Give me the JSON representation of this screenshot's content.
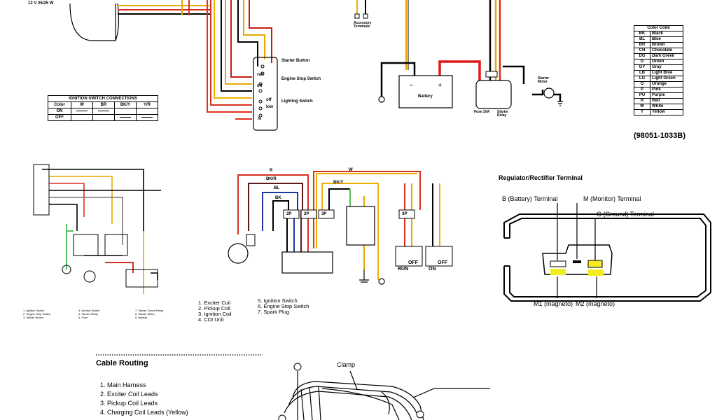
{
  "headlight": {
    "rating": "12 V 25/25 W"
  },
  "color_code": {
    "title": "Color Code",
    "rows": [
      {
        "code": "BK",
        "color": "Black"
      },
      {
        "code": "BL",
        "color": "Blue"
      },
      {
        "code": "BR",
        "color": "Brown"
      },
      {
        "code": "CH",
        "color": "Chocolate"
      },
      {
        "code": "DG",
        "color": "Dark Green"
      },
      {
        "code": "G",
        "color": "Green"
      },
      {
        "code": "GY",
        "color": "Gray"
      },
      {
        "code": "LB",
        "color": "Light Blue"
      },
      {
        "code": "LG",
        "color": "Light Green"
      },
      {
        "code": "O",
        "color": "Orange"
      },
      {
        "code": "P",
        "color": "Pink"
      },
      {
        "code": "PU",
        "color": "Purple"
      },
      {
        "code": "R",
        "color": "Red"
      },
      {
        "code": "W",
        "color": "White"
      },
      {
        "code": "Y",
        "color": "Yellow"
      }
    ],
    "part_number": "(98051-1033B)"
  },
  "ignition_table": {
    "title": "IGNITION SWITCH CONNECTIONS",
    "headers": [
      "Color",
      "W",
      "BR",
      "BK/Y",
      "Y/R"
    ],
    "rows": [
      [
        "ON",
        "",
        "",
        "",
        ""
      ],
      [
        "OFF",
        "",
        "",
        "",
        ""
      ]
    ]
  },
  "top_labels": {
    "accessory": "Accessory Terminals",
    "starter_button": "Starter Button",
    "engine_stop": "Engine Stop Switch",
    "run": "run",
    "off": "off",
    "lighting": "Lighting Switch",
    "off2": "off",
    "low": "low",
    "hi": "hi",
    "battery": "Battery",
    "fuse": "Fuse 20A",
    "starter_relay": "Starter Relay",
    "starter_motor": "Starter Motor"
  },
  "left_legend": {
    "col1": [
      "1. Ignition Switch",
      "2. Engine Stop Switch",
      "3. Starter Button"
    ],
    "col2": [
      "4. Neutral Switch",
      "5. Starter Relay",
      "6. Fuse"
    ],
    "col3": [
      "7. Starter Circuit Relay",
      "8. Starter Motor",
      "9. Battery"
    ]
  },
  "cdi": {
    "labels": {
      "r": "R",
      "bkr": "BK/R",
      "bl": "BL",
      "bk": "BK",
      "w": "W",
      "bky": "BK/Y",
      "c2p_a": "2P",
      "c2p_b": "2P",
      "c3p_a": "3P",
      "c3p_b": "3P",
      "run": "RUN",
      "off_a": "OFF",
      "on": "ON",
      "off_b": "OFF"
    },
    "legend_left": [
      "1. Exciter Coil",
      "2. Pickup Coil",
      "3. Ignition Coil",
      "4. CDI Unit"
    ],
    "legend_right": [
      "5. Ignition Switch",
      "6. Engine Stop Switch",
      "7. Spark Plug"
    ]
  },
  "regulator": {
    "title": "Regulator/Rectifier Terminal",
    "battery": "B (Battery) Terminal",
    "monitor": "M (Monitor) Terminal",
    "ground": "G (Ground) Terminal",
    "m1": "M1 (magneto)",
    "m2": "M2 (magneto)"
  },
  "cable_routing": {
    "title": "Cable Routing",
    "items": [
      "1. Main Harness",
      "2. Exciter Coil Leads",
      "3. Pickup Coil Leads",
      "4. Charging Coil Leads (Yellow)"
    ],
    "clamp": "Clamp"
  }
}
